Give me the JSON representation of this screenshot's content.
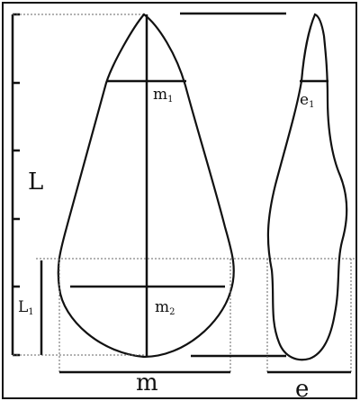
{
  "diagram": {
    "labels": {
      "L": "L",
      "L1": {
        "base": "L",
        "sub": "1"
      },
      "m": "m",
      "m1": {
        "base": "m",
        "sub": "1"
      },
      "m2": {
        "base": "m",
        "sub": "2"
      },
      "e": "e",
      "e1": {
        "base": "e",
        "sub": "1"
      }
    },
    "colors": {
      "stroke": "#111111",
      "dotted": "#666666",
      "background": "#ffffff"
    }
  }
}
